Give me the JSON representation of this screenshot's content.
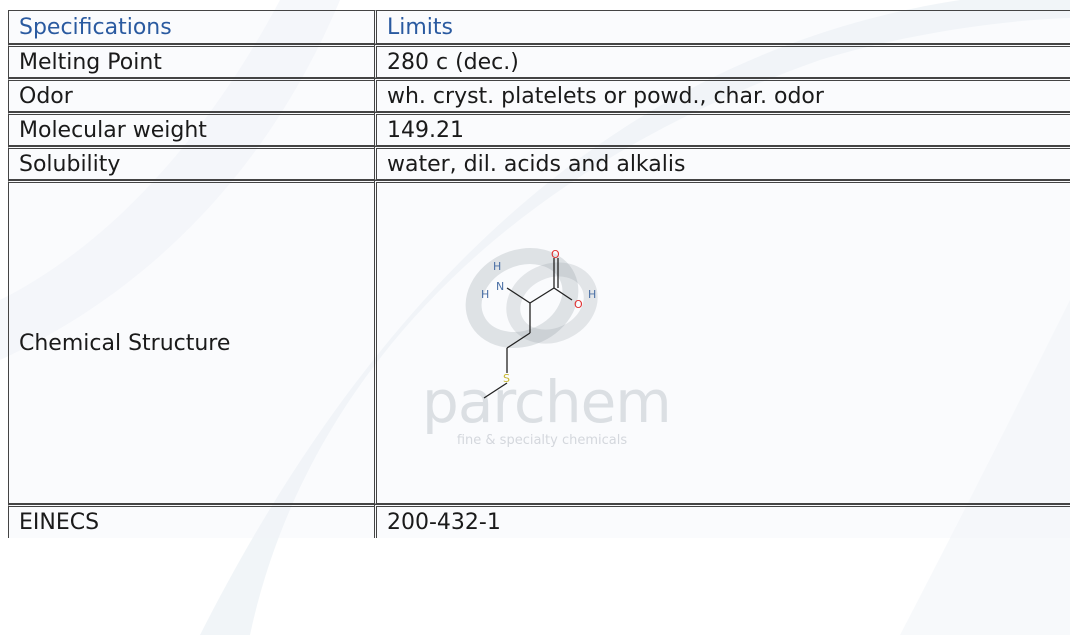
{
  "table": {
    "header": {
      "col1": "Specifications",
      "col2": "Limits"
    },
    "rows": [
      {
        "label": "Melting Point",
        "value": "280 c (dec.)"
      },
      {
        "label": "Odor",
        "value": "wh. cryst. platelets or powd., char. odor"
      },
      {
        "label": "Molecular weight",
        "value": "149.21"
      },
      {
        "label": "Solubility",
        "value": "water, dil. acids and alkalis"
      },
      {
        "label": "Chemical Structure",
        "value": ""
      },
      {
        "label": "EINECS",
        "value": "200-432-1"
      }
    ]
  },
  "structure": {
    "atoms": {
      "n_h1": "H",
      "n_label": "N",
      "n_h2": "H",
      "o_top": "O",
      "o_right": "O",
      "o_h": "H",
      "s_label": "S"
    }
  },
  "watermark": {
    "word": "parchem",
    "tagline": "fine & specialty chemicals"
  },
  "colors": {
    "header_text": "#2a5aa0",
    "nitrogen": "#4a6fa5",
    "oxygen": "#e03030",
    "sulfur": "#c8b830"
  }
}
